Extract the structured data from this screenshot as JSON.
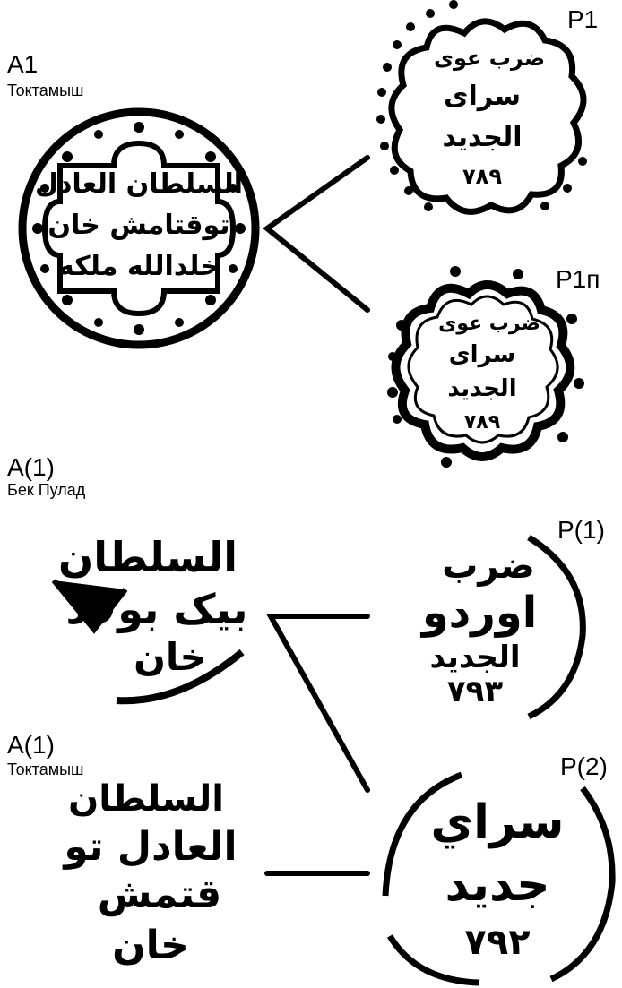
{
  "labels": {
    "a1": "А1",
    "a1_sub": "Токтамыш",
    "p1": "Р1",
    "p1p": "Р1п",
    "a1_paren_1": "А(1)",
    "a1_paren_1_sub": "Бек Пулад",
    "p1_paren": "Р(1)",
    "a1_paren_2": "А(1)",
    "a1_paren_2_sub": "Токтамыш",
    "p2_paren": "Р(2)"
  },
  "inscriptions": {
    "a1": [
      "السلطان العادل",
      "توقتامش خان",
      "خلدالله ملكه"
    ],
    "p1": [
      "ضرب عوی",
      "سرای",
      "الجدید",
      "۷۸۹"
    ],
    "p1p": [
      "ضرب عوی",
      "سرای",
      "الجدید",
      "۷۸۹"
    ],
    "a_bek": [
      "السلطان",
      "بیک بولاد",
      "خان"
    ],
    "p_1": [
      "ضرب",
      "اوردو",
      "الجدید",
      "۷۹۳"
    ],
    "a_tokt": [
      "السلطان",
      "العادل تو",
      "قتمش",
      "خان"
    ],
    "p_2": [
      "سراي",
      "جدید",
      "۷۹۲"
    ]
  },
  "colors": {
    "ink": "#000000",
    "background": "#ffffff"
  }
}
